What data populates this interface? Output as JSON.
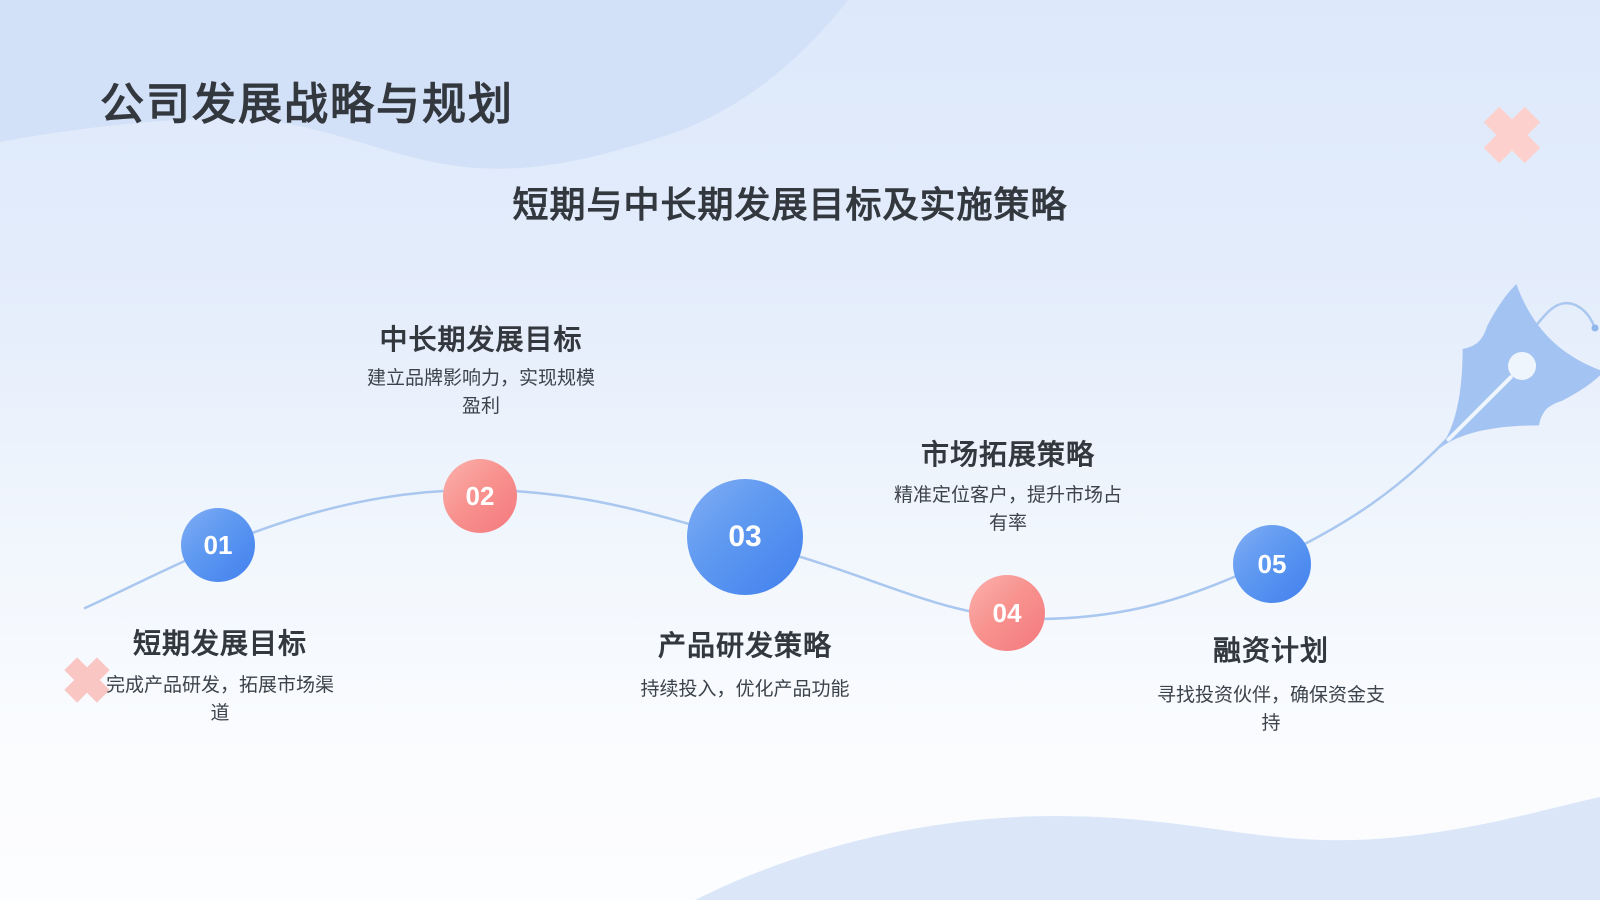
{
  "slide": {
    "title": "公司发展战略与规划",
    "subtitle": "短期与中长期发展目标及实施策略"
  },
  "milestones": [
    {
      "number": "01",
      "title": "短期发展目标",
      "description": "完成产品研发，拓展市场渠道",
      "accent": "blue"
    },
    {
      "number": "02",
      "title": "中长期发展目标",
      "description": "建立品牌影响力，实现规模盈利",
      "accent": "pink"
    },
    {
      "number": "03",
      "title": "产品研发策略",
      "description": "持续投入，优化产品功能",
      "accent": "blue"
    },
    {
      "number": "04",
      "title": "市场拓展策略",
      "description": "精准定位客户，提升市场占有率",
      "accent": "pink"
    },
    {
      "number": "05",
      "title": "融资计划",
      "description": "寻找投资伙伴，确保资金支持",
      "accent": "blue"
    }
  ],
  "icons": {
    "pen": "pen-nib-icon",
    "cross_left": "x-mark-icon",
    "cross_right": "x-mark-icon"
  },
  "colors": {
    "blue_circle": "#4180ee",
    "pink_circle": "#f4787e",
    "timeline_curve": "#a9c7ef",
    "pen_nib": "#a3c3f2",
    "cross_pink": "#f9c6c3",
    "top_wave": "#d3e1f8",
    "bottom_wave": "#dbe7f9",
    "heading_text": "#33383f"
  }
}
